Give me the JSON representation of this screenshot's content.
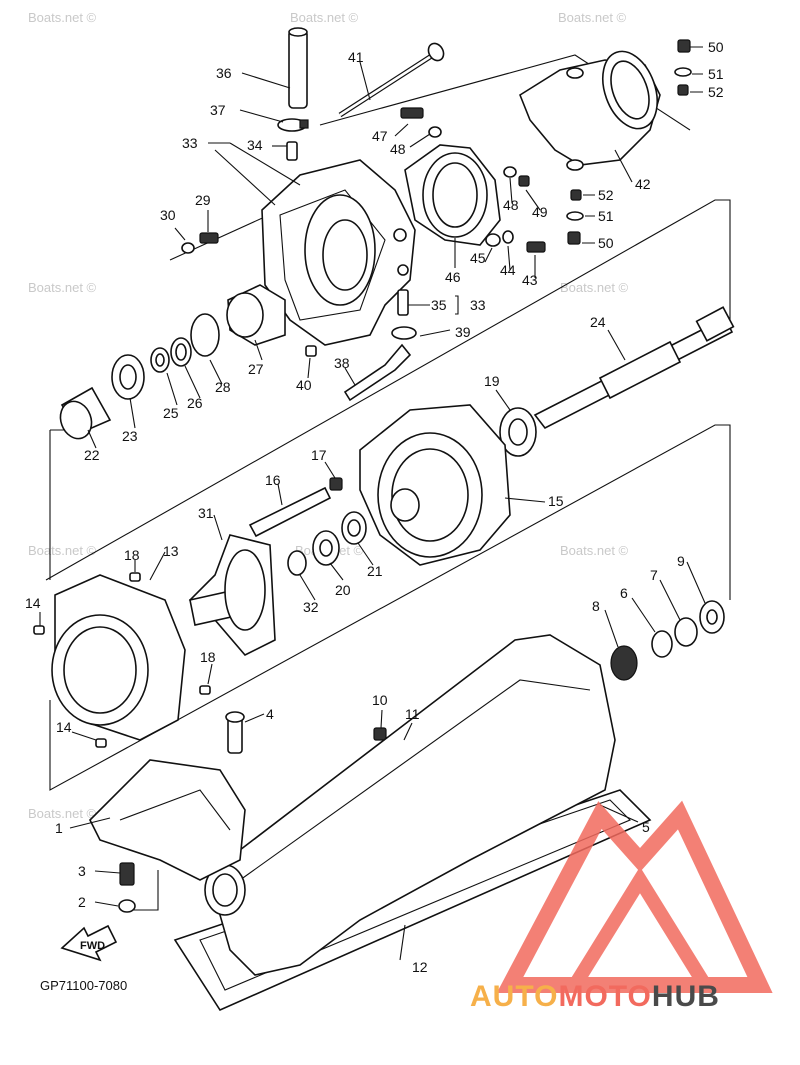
{
  "diagram": {
    "code_label": "GP71100-7080",
    "fwd_label": "FWD",
    "watermark": "Boats.net ©",
    "callouts": [
      {
        "id": "c50a",
        "text": "50"
      },
      {
        "id": "c51a",
        "text": "51"
      },
      {
        "id": "c52a",
        "text": "52"
      },
      {
        "id": "c41",
        "text": "41"
      },
      {
        "id": "c36",
        "text": "36"
      },
      {
        "id": "c37",
        "text": "37"
      },
      {
        "id": "c33a",
        "text": "33"
      },
      {
        "id": "c34",
        "text": "34"
      },
      {
        "id": "c47",
        "text": "47"
      },
      {
        "id": "c48a",
        "text": "48"
      },
      {
        "id": "c42",
        "text": "42"
      },
      {
        "id": "c52b",
        "text": "52"
      },
      {
        "id": "c51b",
        "text": "51"
      },
      {
        "id": "c50b",
        "text": "50"
      },
      {
        "id": "c48b",
        "text": "48"
      },
      {
        "id": "c49",
        "text": "49"
      },
      {
        "id": "c30",
        "text": "30"
      },
      {
        "id": "c29",
        "text": "29"
      },
      {
        "id": "c45",
        "text": "45"
      },
      {
        "id": "c44",
        "text": "44"
      },
      {
        "id": "c43",
        "text": "43"
      },
      {
        "id": "c46",
        "text": "46"
      },
      {
        "id": "c35",
        "text": "35"
      },
      {
        "id": "c33b",
        "text": "33"
      },
      {
        "id": "c39",
        "text": "39"
      },
      {
        "id": "c24",
        "text": "24"
      },
      {
        "id": "c27",
        "text": "27"
      },
      {
        "id": "c28",
        "text": "28"
      },
      {
        "id": "c40",
        "text": "40"
      },
      {
        "id": "c38",
        "text": "38"
      },
      {
        "id": "c25",
        "text": "25"
      },
      {
        "id": "c26",
        "text": "26"
      },
      {
        "id": "c23",
        "text": "23"
      },
      {
        "id": "c22",
        "text": "22"
      },
      {
        "id": "c19",
        "text": "19"
      },
      {
        "id": "c17",
        "text": "17"
      },
      {
        "id": "c16",
        "text": "16"
      },
      {
        "id": "c15",
        "text": "15"
      },
      {
        "id": "c31",
        "text": "31"
      },
      {
        "id": "c18a",
        "text": "18"
      },
      {
        "id": "c13",
        "text": "13"
      },
      {
        "id": "c20",
        "text": "20"
      },
      {
        "id": "c21",
        "text": "21"
      },
      {
        "id": "c32",
        "text": "32"
      },
      {
        "id": "c9",
        "text": "9"
      },
      {
        "id": "c7",
        "text": "7"
      },
      {
        "id": "c6",
        "text": "6"
      },
      {
        "id": "c8",
        "text": "8"
      },
      {
        "id": "c14a",
        "text": "14"
      },
      {
        "id": "c18b",
        "text": "18"
      },
      {
        "id": "c14b",
        "text": "14"
      },
      {
        "id": "c4",
        "text": "4"
      },
      {
        "id": "c10",
        "text": "10"
      },
      {
        "id": "c11",
        "text": "11"
      },
      {
        "id": "c1",
        "text": "1"
      },
      {
        "id": "c5",
        "text": "5"
      },
      {
        "id": "c3",
        "text": "3"
      },
      {
        "id": "c2",
        "text": "2"
      },
      {
        "id": "c12",
        "text": "12"
      }
    ]
  },
  "logo": {
    "part1": "AUTO",
    "part2": "MOTO",
    "part3": "HUB",
    "color_primary": "#f26a5e",
    "color_secondary": "#f6b04a",
    "color_dark": "#4a4a4a"
  }
}
